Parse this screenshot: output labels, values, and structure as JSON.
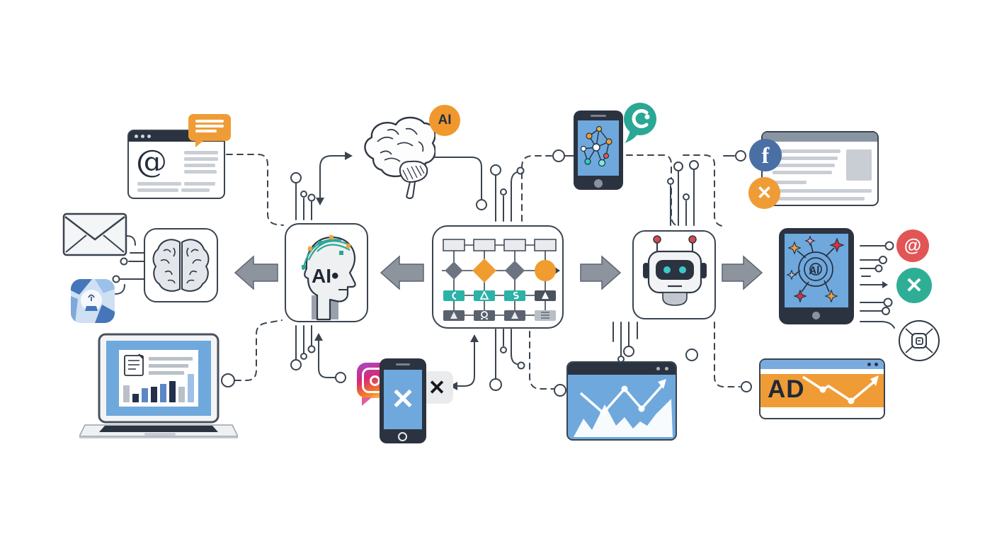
{
  "scene": {
    "background": "#ffffff"
  },
  "colors": {
    "orange": "#f09c36",
    "teal": "#2aa795",
    "screen_blue": "#6fa8dc",
    "facebook_blue": "#4a6fa5",
    "red": "#e25555",
    "ink": "#2b3340",
    "connector": "#3a4450",
    "arrow_gray": "#8d949e"
  },
  "email_browser": {
    "at_symbol": "@"
  },
  "ai_head_box": {
    "label": "AI",
    "dot": "•"
  },
  "ai_badge": {
    "label": "AI"
  },
  "tablet": {
    "scribble": "AI"
  },
  "ad_banner": {
    "label": "AD"
  },
  "badges": {
    "facebook": {
      "label": "f"
    },
    "orange_x": {
      "label": "✕"
    },
    "red_at": {
      "label": "@"
    },
    "teal_x": {
      "label": "✕"
    }
  },
  "phone_bottom": {
    "x_label": "✕"
  },
  "x_tile": {
    "label": "✕"
  },
  "icons": [
    "email-browser",
    "chat-bubble-orange",
    "envelope",
    "video-call-app",
    "brain-top",
    "ai-head",
    "brain-side",
    "ai-badge",
    "flowchart",
    "network-phone",
    "chat-bubble-teal",
    "robot",
    "facebook-badge",
    "orange-x-badge",
    "social-browser",
    "tablet-ai",
    "red-at-badge",
    "teal-x-badge",
    "target-lens",
    "ad-banner",
    "analytics-window",
    "x-phone",
    "instagram-bubble",
    "x-tile",
    "laptop-analytics"
  ]
}
